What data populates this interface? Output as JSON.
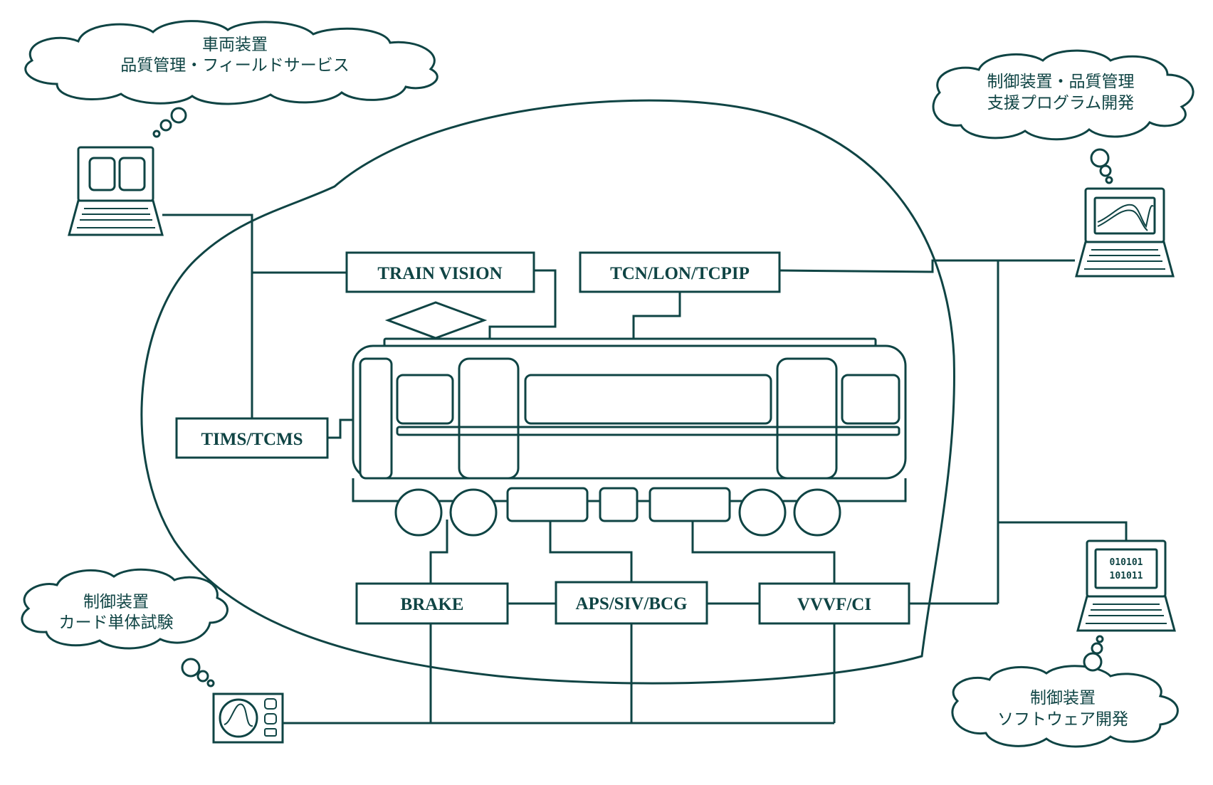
{
  "colors": {
    "stroke": "#0f4444",
    "background": "#ffffff"
  },
  "boxes": {
    "train_vision": "TRAIN VISION",
    "tcn_lon_tcpip": "TCN/LON/TCPIP",
    "tims_tcms": "TIMS/TCMS",
    "brake": "BRAKE",
    "aps_siv_bcg": "APS/SIV/BCG",
    "vvvf_ci": "VVVF/CI"
  },
  "clouds": {
    "top_left": [
      "車両装置",
      "品質管理・フィールドサービス"
    ],
    "top_right": [
      "制御装置・品質管理",
      "支援プログラム開発"
    ],
    "bottom_left": [
      "制御装置",
      "カード単体試験"
    ],
    "bottom_right": [
      "制御装置",
      "ソフトウェア開発"
    ]
  },
  "terminals": {
    "binary_line1": "010101",
    "binary_line2": "101011"
  },
  "icons": [
    "laptop-icon",
    "oscilloscope-icon",
    "train-car-icon",
    "cloud-icon"
  ]
}
